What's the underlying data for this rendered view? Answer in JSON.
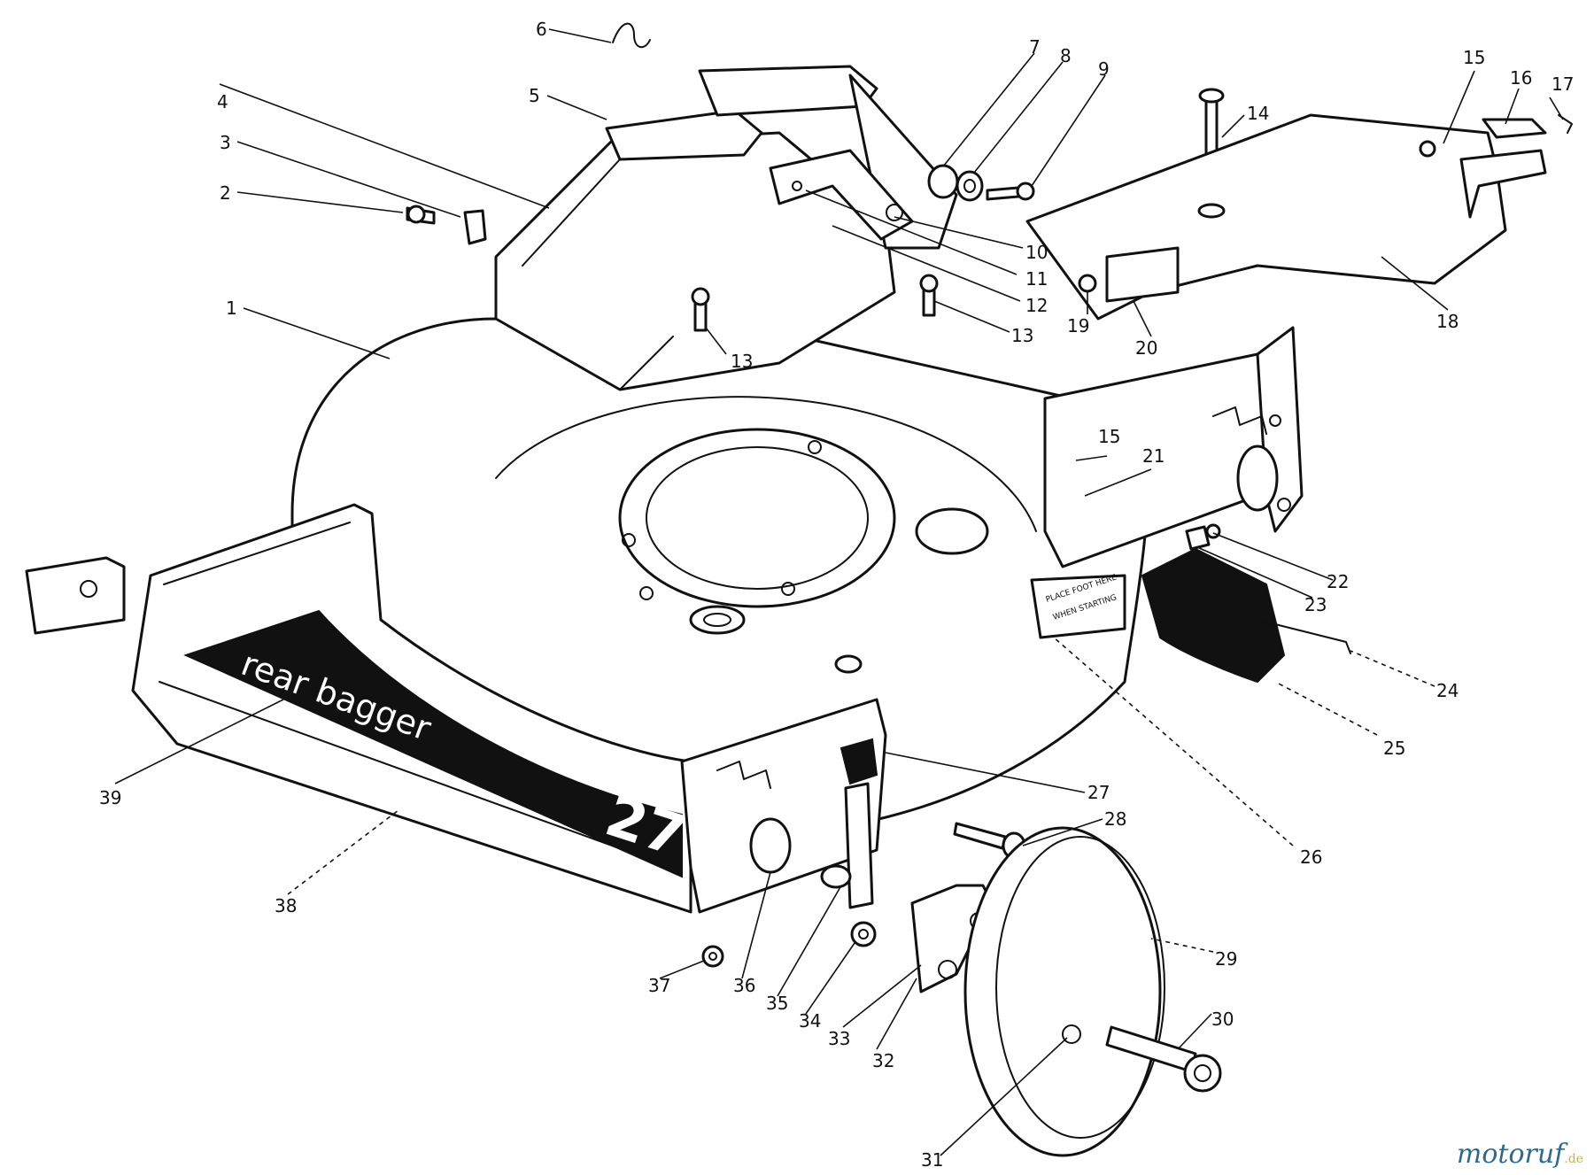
{
  "diagram": {
    "decal_main": "rear bagger",
    "decal_number": "27",
    "warning_label_lines": [
      "PLACE FOOT HERE",
      "WHEN STARTING"
    ],
    "callouts": [
      "1",
      "2",
      "3",
      "4",
      "5",
      "6",
      "7",
      "8",
      "9",
      "10",
      "11",
      "12",
      "13",
      "13",
      "14",
      "15",
      "15",
      "16",
      "17",
      "18",
      "19",
      "20",
      "21",
      "22",
      "23",
      "24",
      "25",
      "26",
      "27",
      "28",
      "29",
      "30",
      "31",
      "32",
      "33",
      "34",
      "35",
      "36",
      "37",
      "38",
      "39"
    ]
  },
  "watermark": {
    "text": "motoruf",
    "suffix": ".de",
    "color": "#2d6a8e",
    "suffix_color": "#c8b24a"
  }
}
